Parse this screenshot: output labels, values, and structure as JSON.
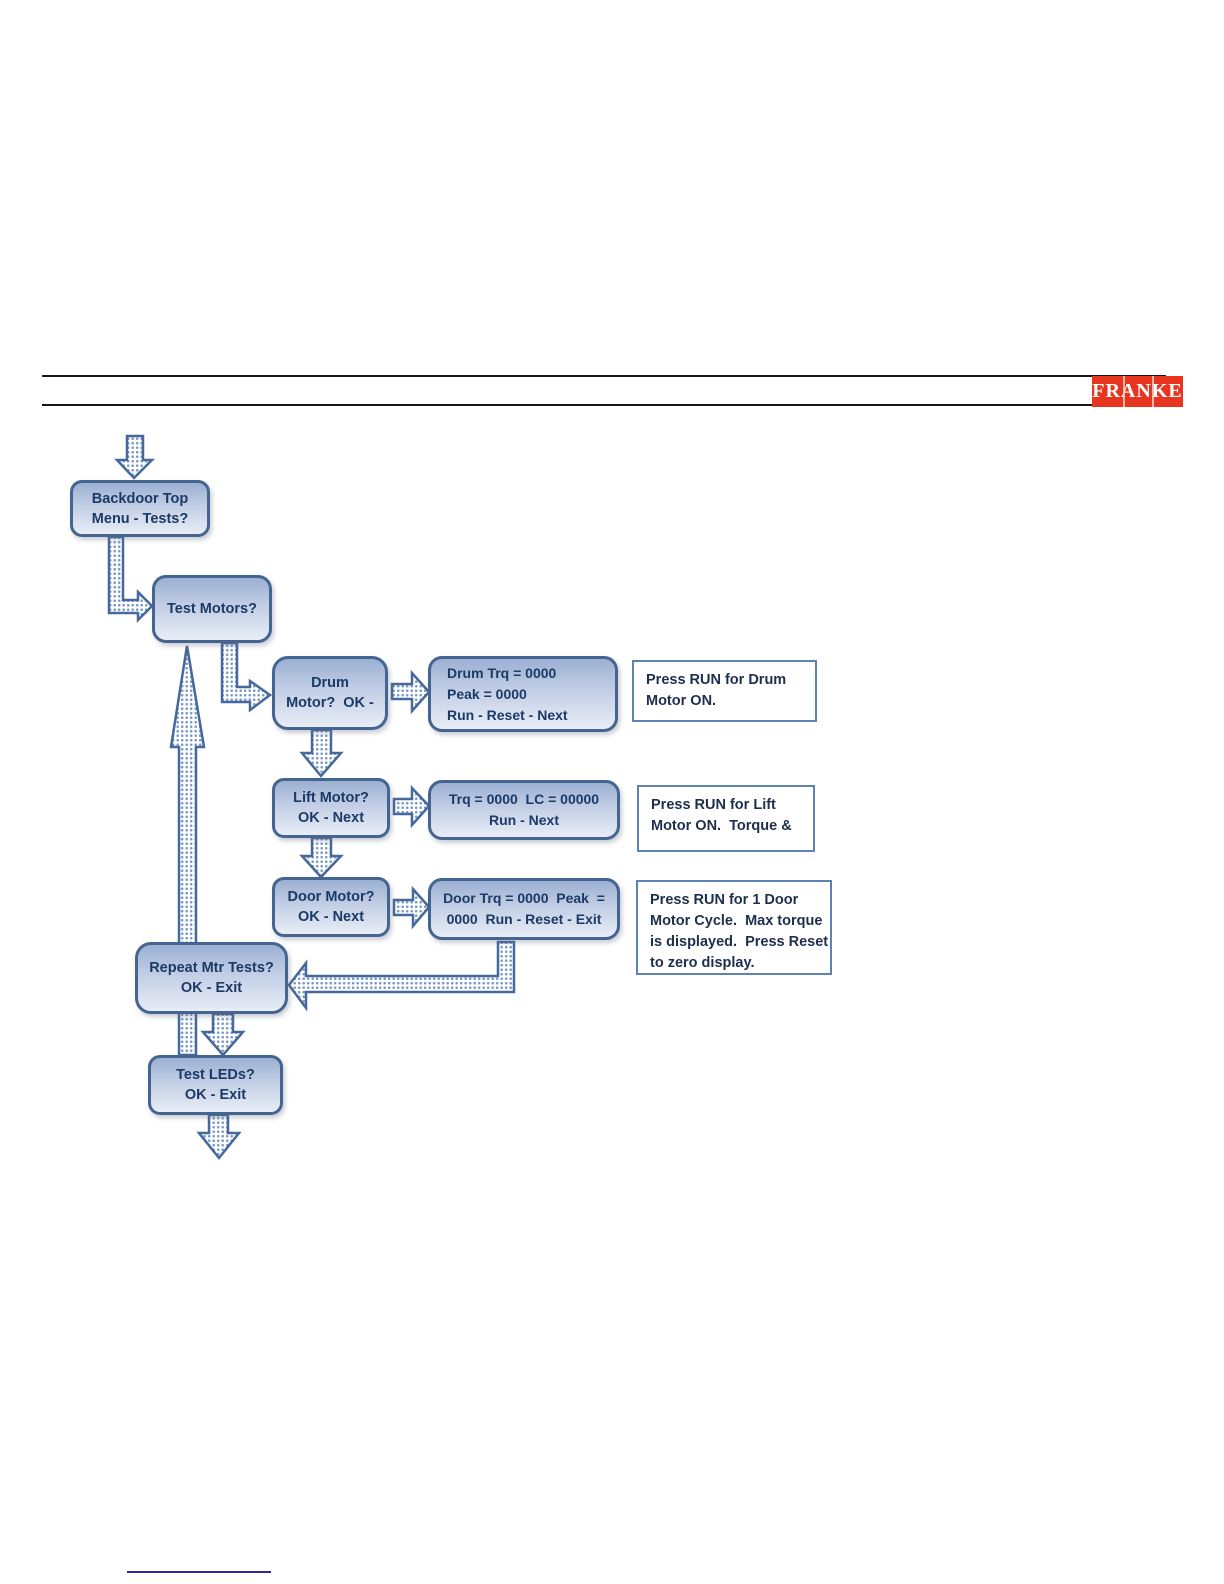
{
  "header": {
    "logo": {
      "text": "FRANKE",
      "bg": "#e8351f",
      "fg": "#ffffff"
    },
    "rule_color": "#161616"
  },
  "flowchart": {
    "nodes": [
      {
        "id": "backdoor-top-menu",
        "lines": [
          "Backdoor Top",
          "Menu - Tests?"
        ]
      },
      {
        "id": "test-motors",
        "lines": [
          "Test Motors?"
        ]
      },
      {
        "id": "drum-motor",
        "lines": [
          "Drum",
          "Motor?  OK -"
        ]
      },
      {
        "id": "drum-display",
        "lines": [
          "Drum Trq = 0000",
          "Peak = 0000",
          "Run - Reset - Next"
        ]
      },
      {
        "id": "lift-motor",
        "lines": [
          "Lift Motor?",
          "OK - Next"
        ]
      },
      {
        "id": "lift-display",
        "lines": [
          "Trq = 0000  LC = 00000",
          "Run - Next"
        ]
      },
      {
        "id": "door-motor",
        "lines": [
          "Door Motor?",
          "OK - Next"
        ]
      },
      {
        "id": "door-display",
        "lines": [
          "Door Trq = 0000  Peak  =",
          "0000  Run - Reset - Exit"
        ]
      },
      {
        "id": "repeat-mtr-tests",
        "lines": [
          "Repeat Mtr Tests?",
          "OK - Exit"
        ]
      },
      {
        "id": "test-leds",
        "lines": [
          "Test LEDs?",
          "OK - Exit"
        ]
      }
    ],
    "notes": [
      {
        "id": "note-drum",
        "lines": [
          "Press RUN for Drum",
          "Motor ON."
        ]
      },
      {
        "id": "note-lift",
        "lines": [
          "Press RUN for Lift",
          "Motor ON.  Torque &"
        ]
      },
      {
        "id": "note-door",
        "lines": [
          "Press RUN for 1 Door",
          "Motor Cycle.  Max torque",
          "is displayed.  Press Reset",
          "to zero display."
        ]
      }
    ],
    "colors": {
      "node_border": "#44658f",
      "node_fill_top": "#9bb0d3",
      "node_fill_bottom": "#e8edf6",
      "note_border": "#5d82b4",
      "arrow_dot": "#7b9cc5",
      "arrow_stroke": "#46689a",
      "text": "#1b3a66"
    }
  },
  "footer": {
    "rule_color": "#2b2ba0"
  }
}
